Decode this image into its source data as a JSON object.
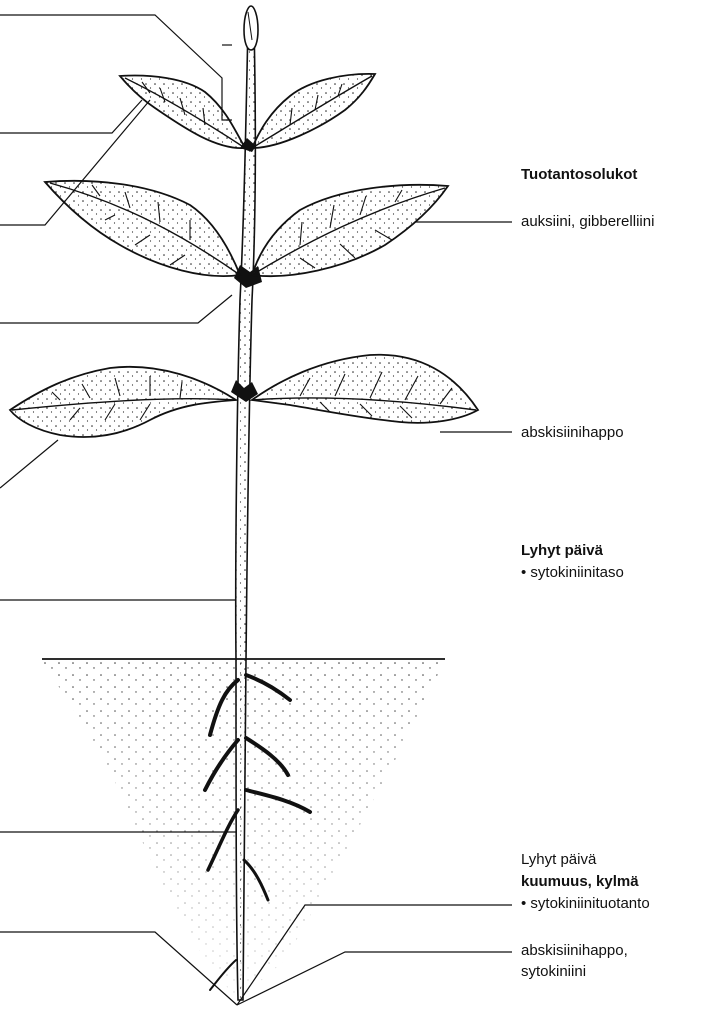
{
  "labels": {
    "tuotanto_title": "Tuotantosolukot",
    "auxin": "auksiini, gibberelliini",
    "abscisic_leaf": "abskisiinihappo",
    "short_day_1_title": "Lyhyt päivä",
    "short_day_1_item": "• sytokiniinitaso",
    "short_day_2_title": "Lyhyt päivä",
    "short_day_2_cold": "kuumuus, kylmä",
    "short_day_2_item": "• sytokiniinituotanto",
    "root_hormones_1": "abskisiinihappo,",
    "root_hormones_2": "sytokiniini"
  },
  "colors": {
    "ink": "#111111",
    "background": "#ffffff"
  }
}
